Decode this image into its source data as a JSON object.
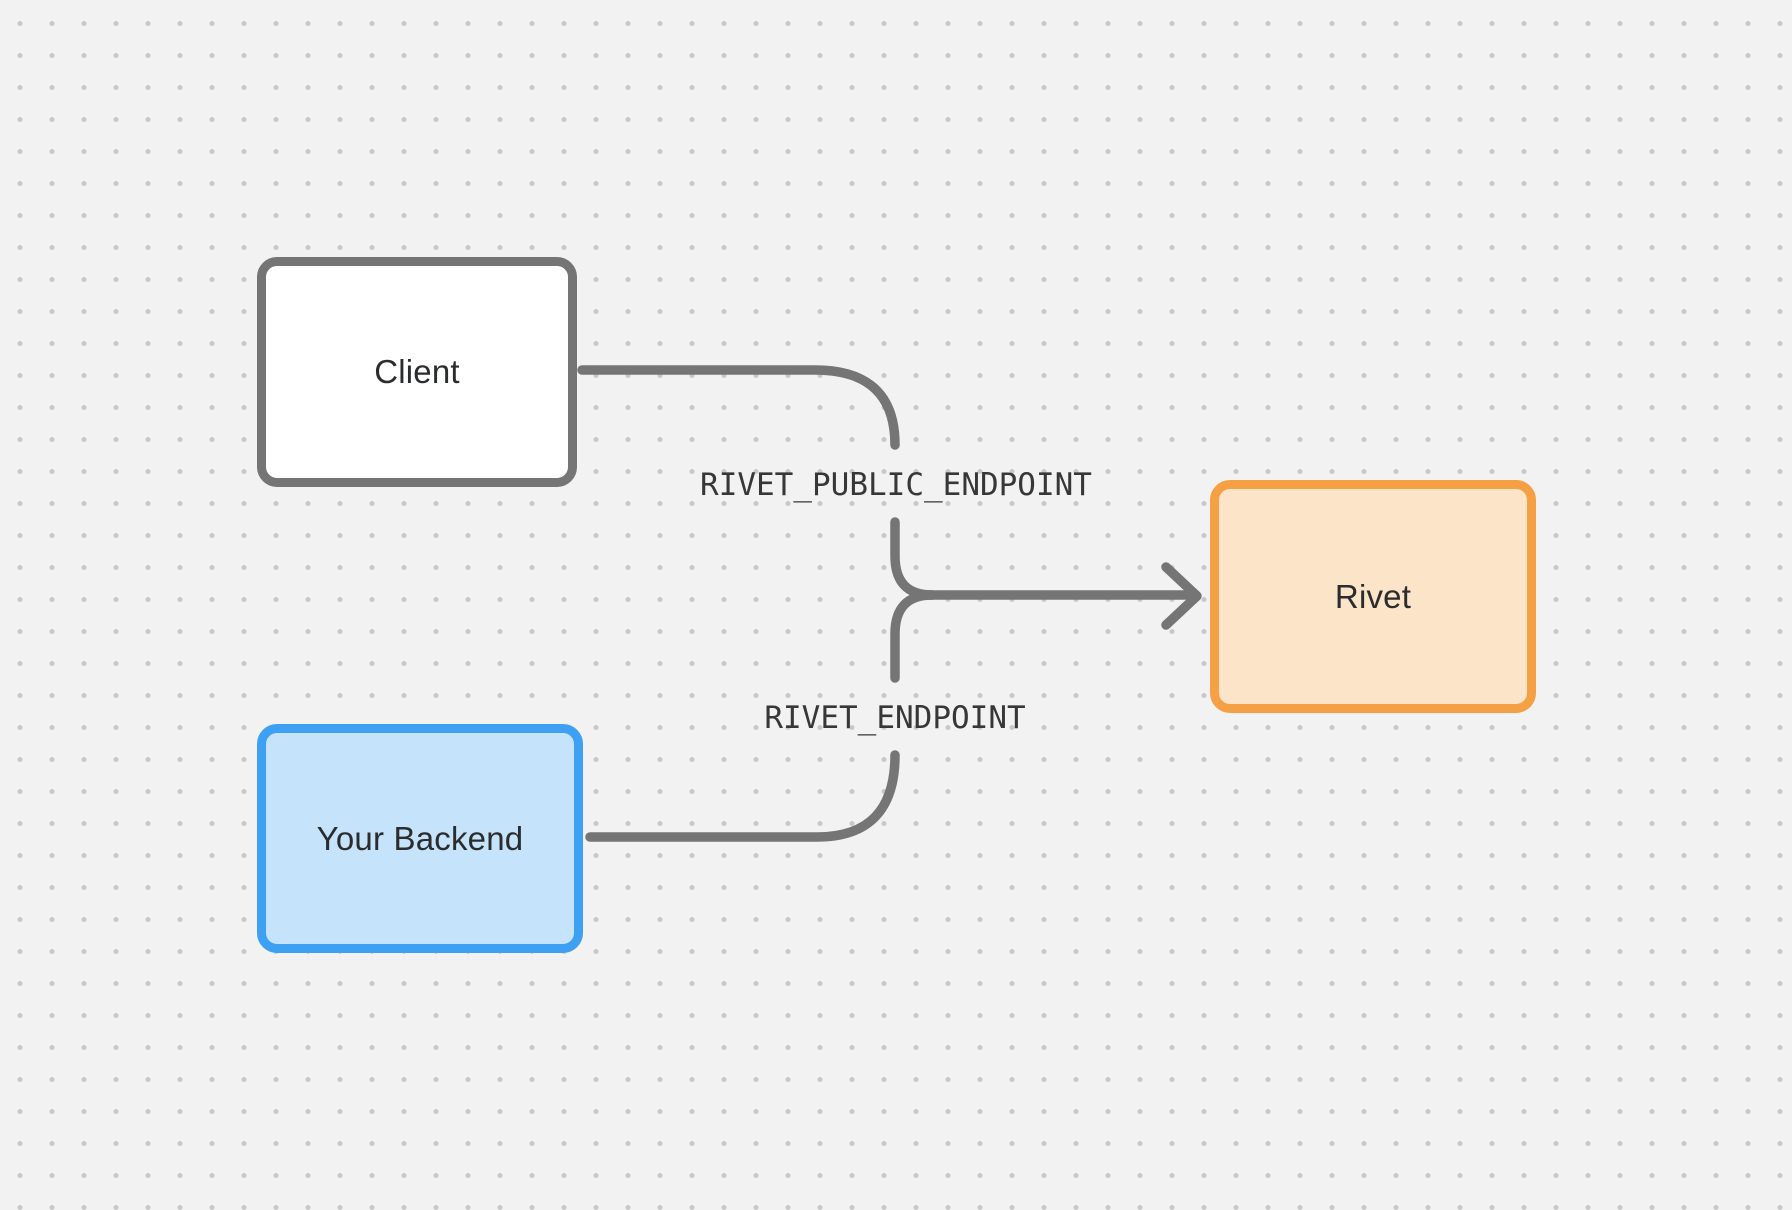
{
  "nodes": {
    "client": {
      "label": "Client"
    },
    "backend": {
      "label": "Your Backend"
    },
    "rivet": {
      "label": "Rivet"
    }
  },
  "edges": {
    "public_endpoint": {
      "label": "RIVET_PUBLIC_ENDPOINT",
      "from": "Client",
      "to": "Rivet"
    },
    "backend_endpoint": {
      "label": "RIVET_ENDPOINT",
      "from": "Your Backend",
      "to": "Rivet"
    }
  },
  "colors": {
    "canvas_bg": "#f2f2f2",
    "dot_color": "#c7c7c7",
    "line_color": "#757575",
    "node_text": "#2a2c2e",
    "edge_label_text": "#373737",
    "client_fill": "#ffffff",
    "client_border": "#757575",
    "backend_fill": "#c5e3fa",
    "backend_border": "#3ea0f3",
    "rivet_fill": "#fbe4c7",
    "rivet_border": "#f6a046"
  }
}
